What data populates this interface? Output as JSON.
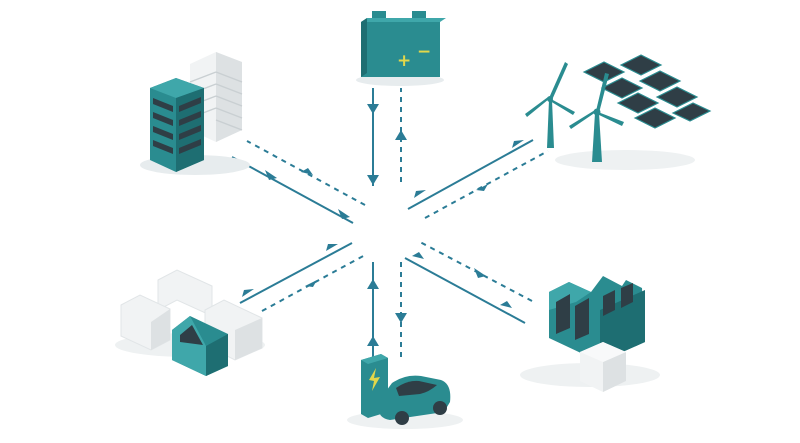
{
  "colors": {
    "teal": "#2A8C90",
    "teal_light": "#3FA7AA",
    "teal_dark": "#1E6E72",
    "line": "#2B7C96",
    "white_face": "#F1F3F4",
    "white_side": "#DDE1E3",
    "dark_panel": "#2F3E46",
    "yellow": "#E2D74A",
    "background": "#FFFFFF"
  },
  "nodes": [
    {
      "id": "battery",
      "icon": "battery-icon"
    },
    {
      "id": "renewables",
      "icon": "wind-turbine-solar-icon"
    },
    {
      "id": "industry",
      "icon": "factory-icon"
    },
    {
      "id": "ev-charging",
      "icon": "ev-charging-icon"
    },
    {
      "id": "homes",
      "icon": "house-icon"
    },
    {
      "id": "offices",
      "icon": "office-building-icon"
    }
  ],
  "battery_terminals": {
    "plus": "+",
    "minus": "−"
  }
}
